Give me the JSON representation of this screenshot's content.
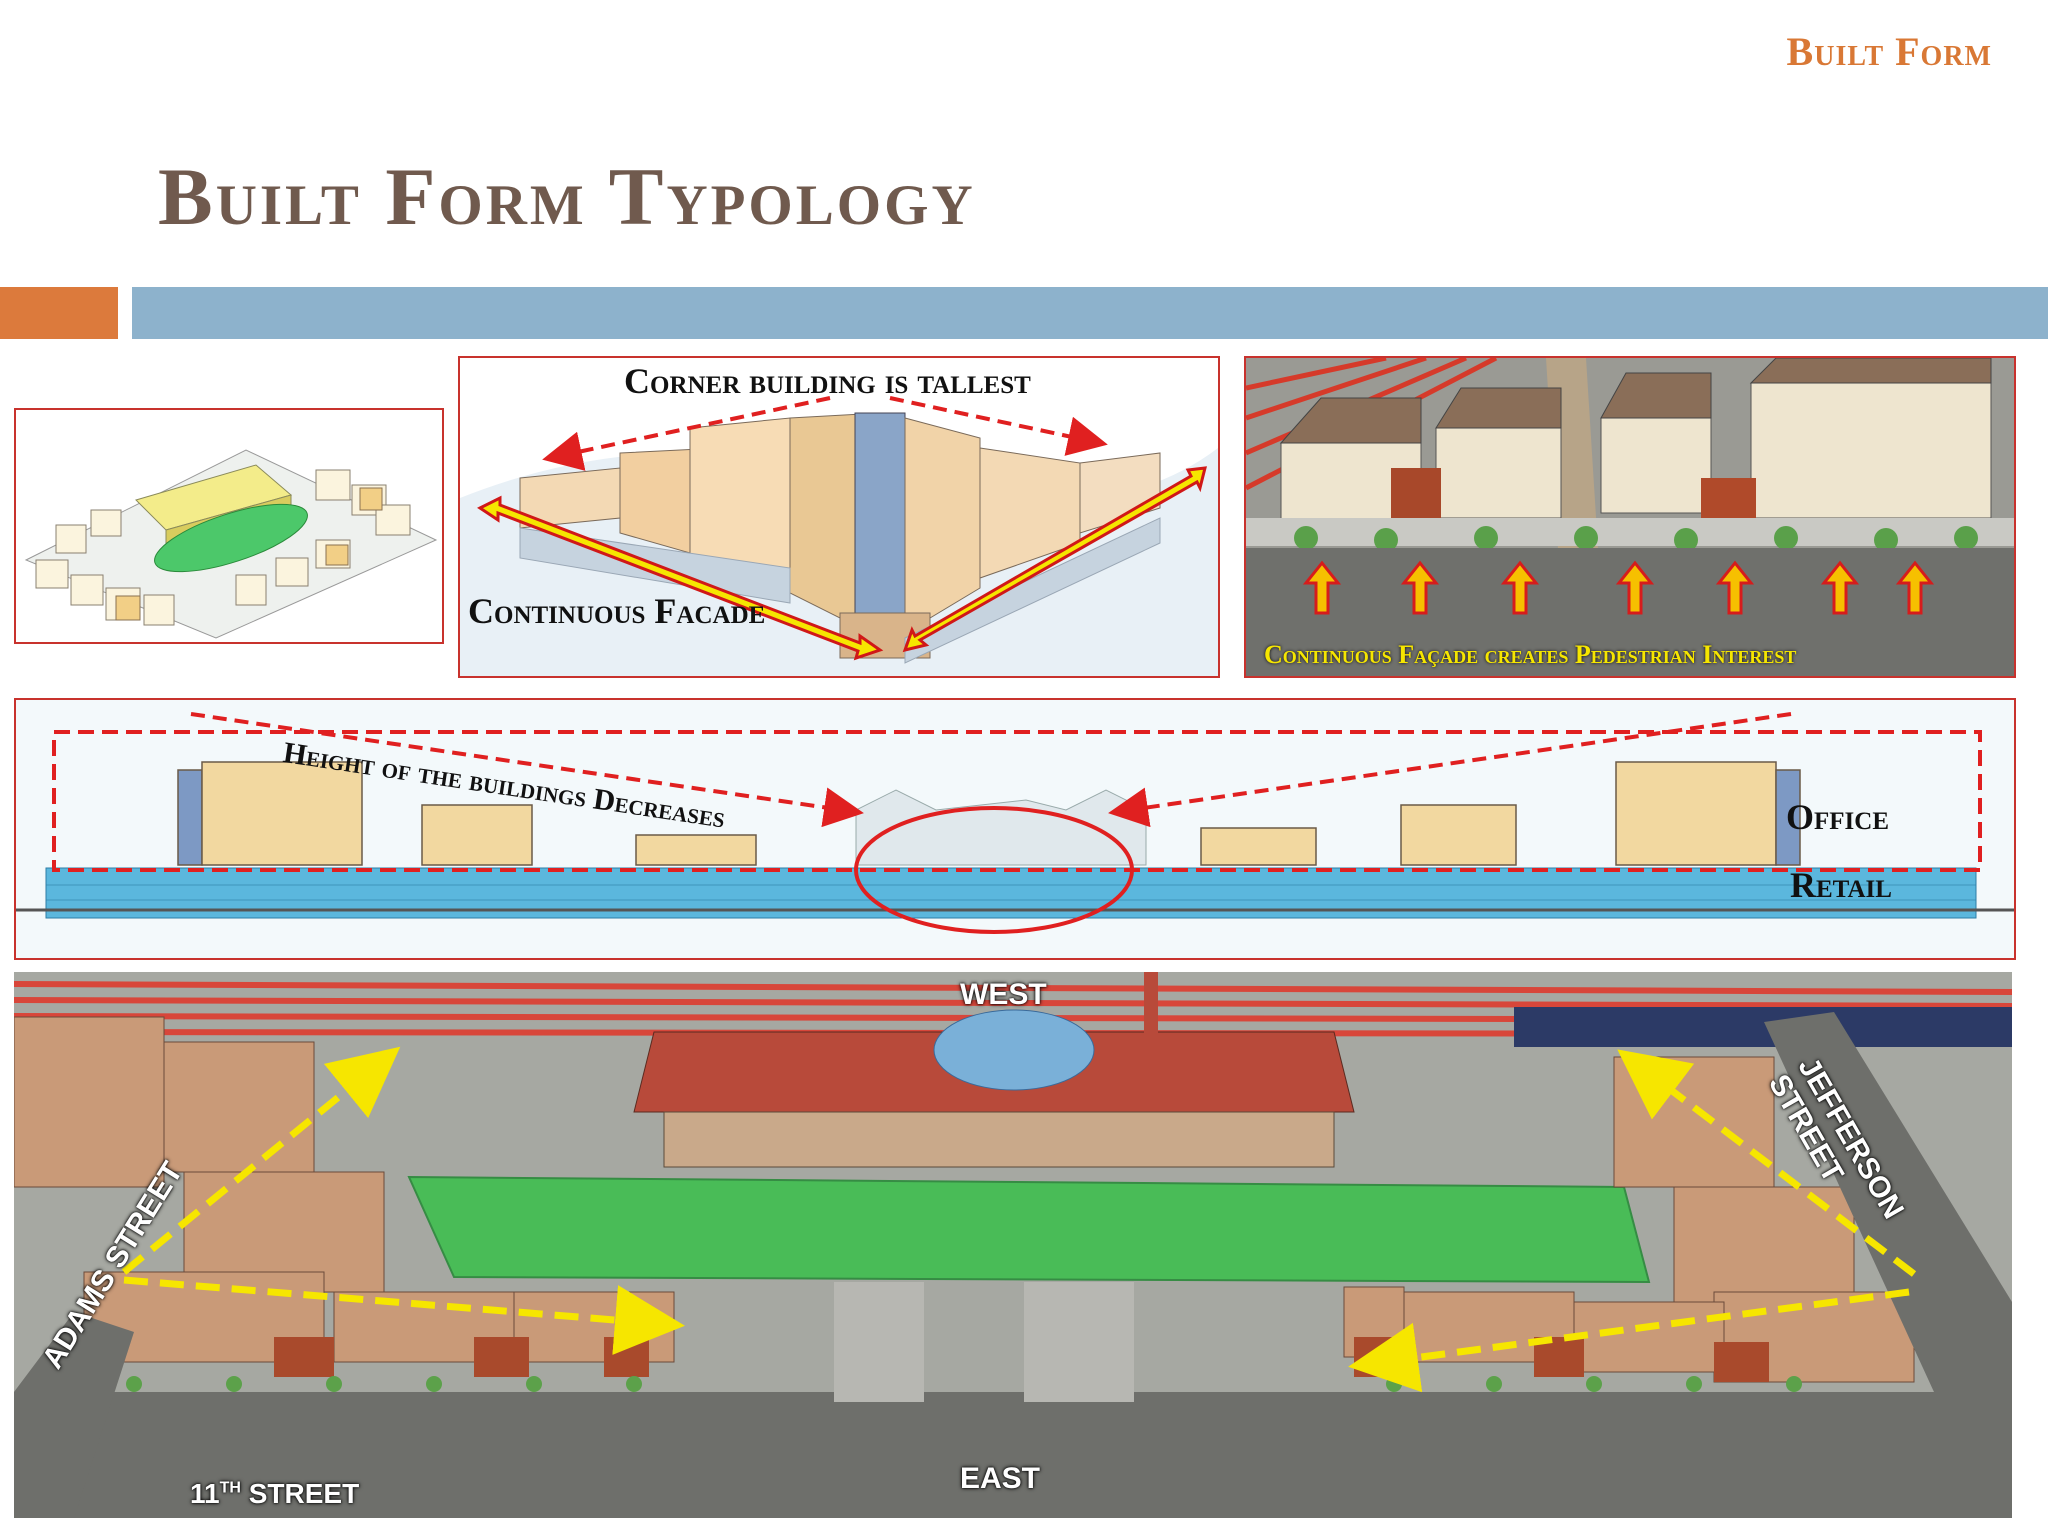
{
  "header": {
    "section_tag": "Built Form"
  },
  "slide": {
    "title": "Built Form Typology"
  },
  "panels": {
    "corner": {
      "caption_top": "Corner building is tallest",
      "caption_left": "Continuous Facade"
    },
    "aerial": {
      "caption": "Continuous Façade creates Pedestrian Interest"
    },
    "elevation": {
      "caption_slope": "Height of the buildings Decreases",
      "label_office": "Office",
      "label_retail": "Retail"
    },
    "siteplan": {
      "label_west": "WEST",
      "label_east": "EAST",
      "label_adams": "ADAMS STREET",
      "label_jefferson": "JEFFERSON STREET",
      "label_11th_num": "11",
      "label_11th_sup": "TH",
      "label_11th_word": " STREET"
    }
  },
  "colors": {
    "accent_orange": "#dc7a3c",
    "accent_blue": "#8db2cc",
    "title_brown": "#705a4e",
    "frame_red": "#c8322d",
    "arrow_yellow": "#f6e600",
    "plaza_green": "#3fbf4f"
  }
}
